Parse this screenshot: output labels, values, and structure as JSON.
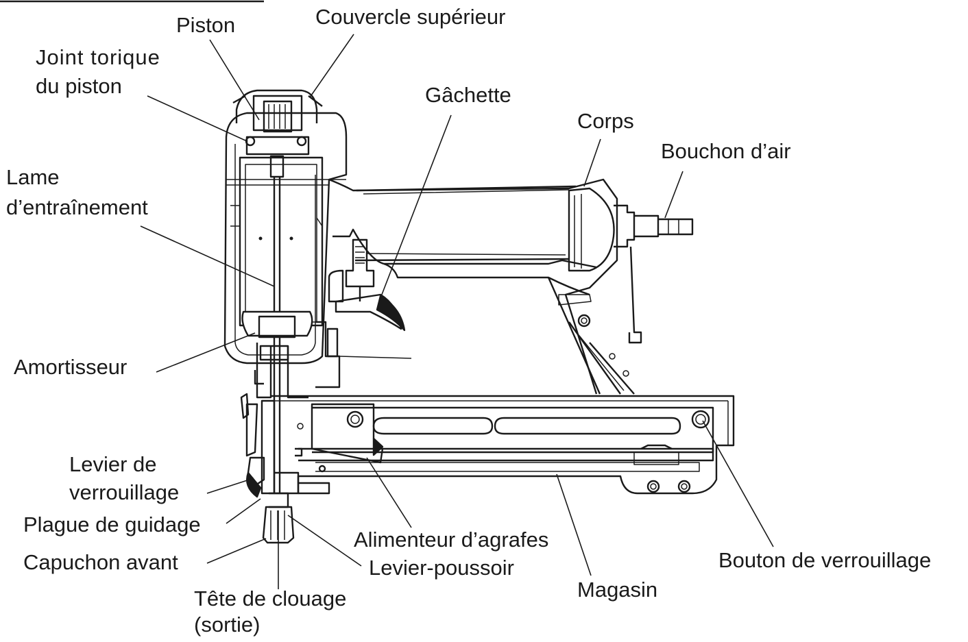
{
  "labels": {
    "piston": "Piston",
    "couvercle": "Couvercle supérieur",
    "joint_1": "Joint torique",
    "joint_2": "du piston",
    "gachette": "Gâchette",
    "corps": "Corps",
    "bouchon": "Bouchon d’air",
    "lame_1": "Lame",
    "lame_2": "d’entraînement",
    "amortisseur": "Amortisseur",
    "levier_1": "Levier de",
    "levier_2": "verrouillage",
    "plague": "Plague de guidage",
    "capuchon": "Capuchon avant",
    "alimenteur": "Alimenteur d’agrafes",
    "poussoir": "Levier-poussoir",
    "magasin": "Magasin",
    "bouton": "Bouton de verrouillage",
    "tete_1": "Tête de clouage",
    "tete_2": "(sortie)"
  },
  "colors": {
    "ink": "#1a1a1a",
    "background": "#ffffff"
  }
}
